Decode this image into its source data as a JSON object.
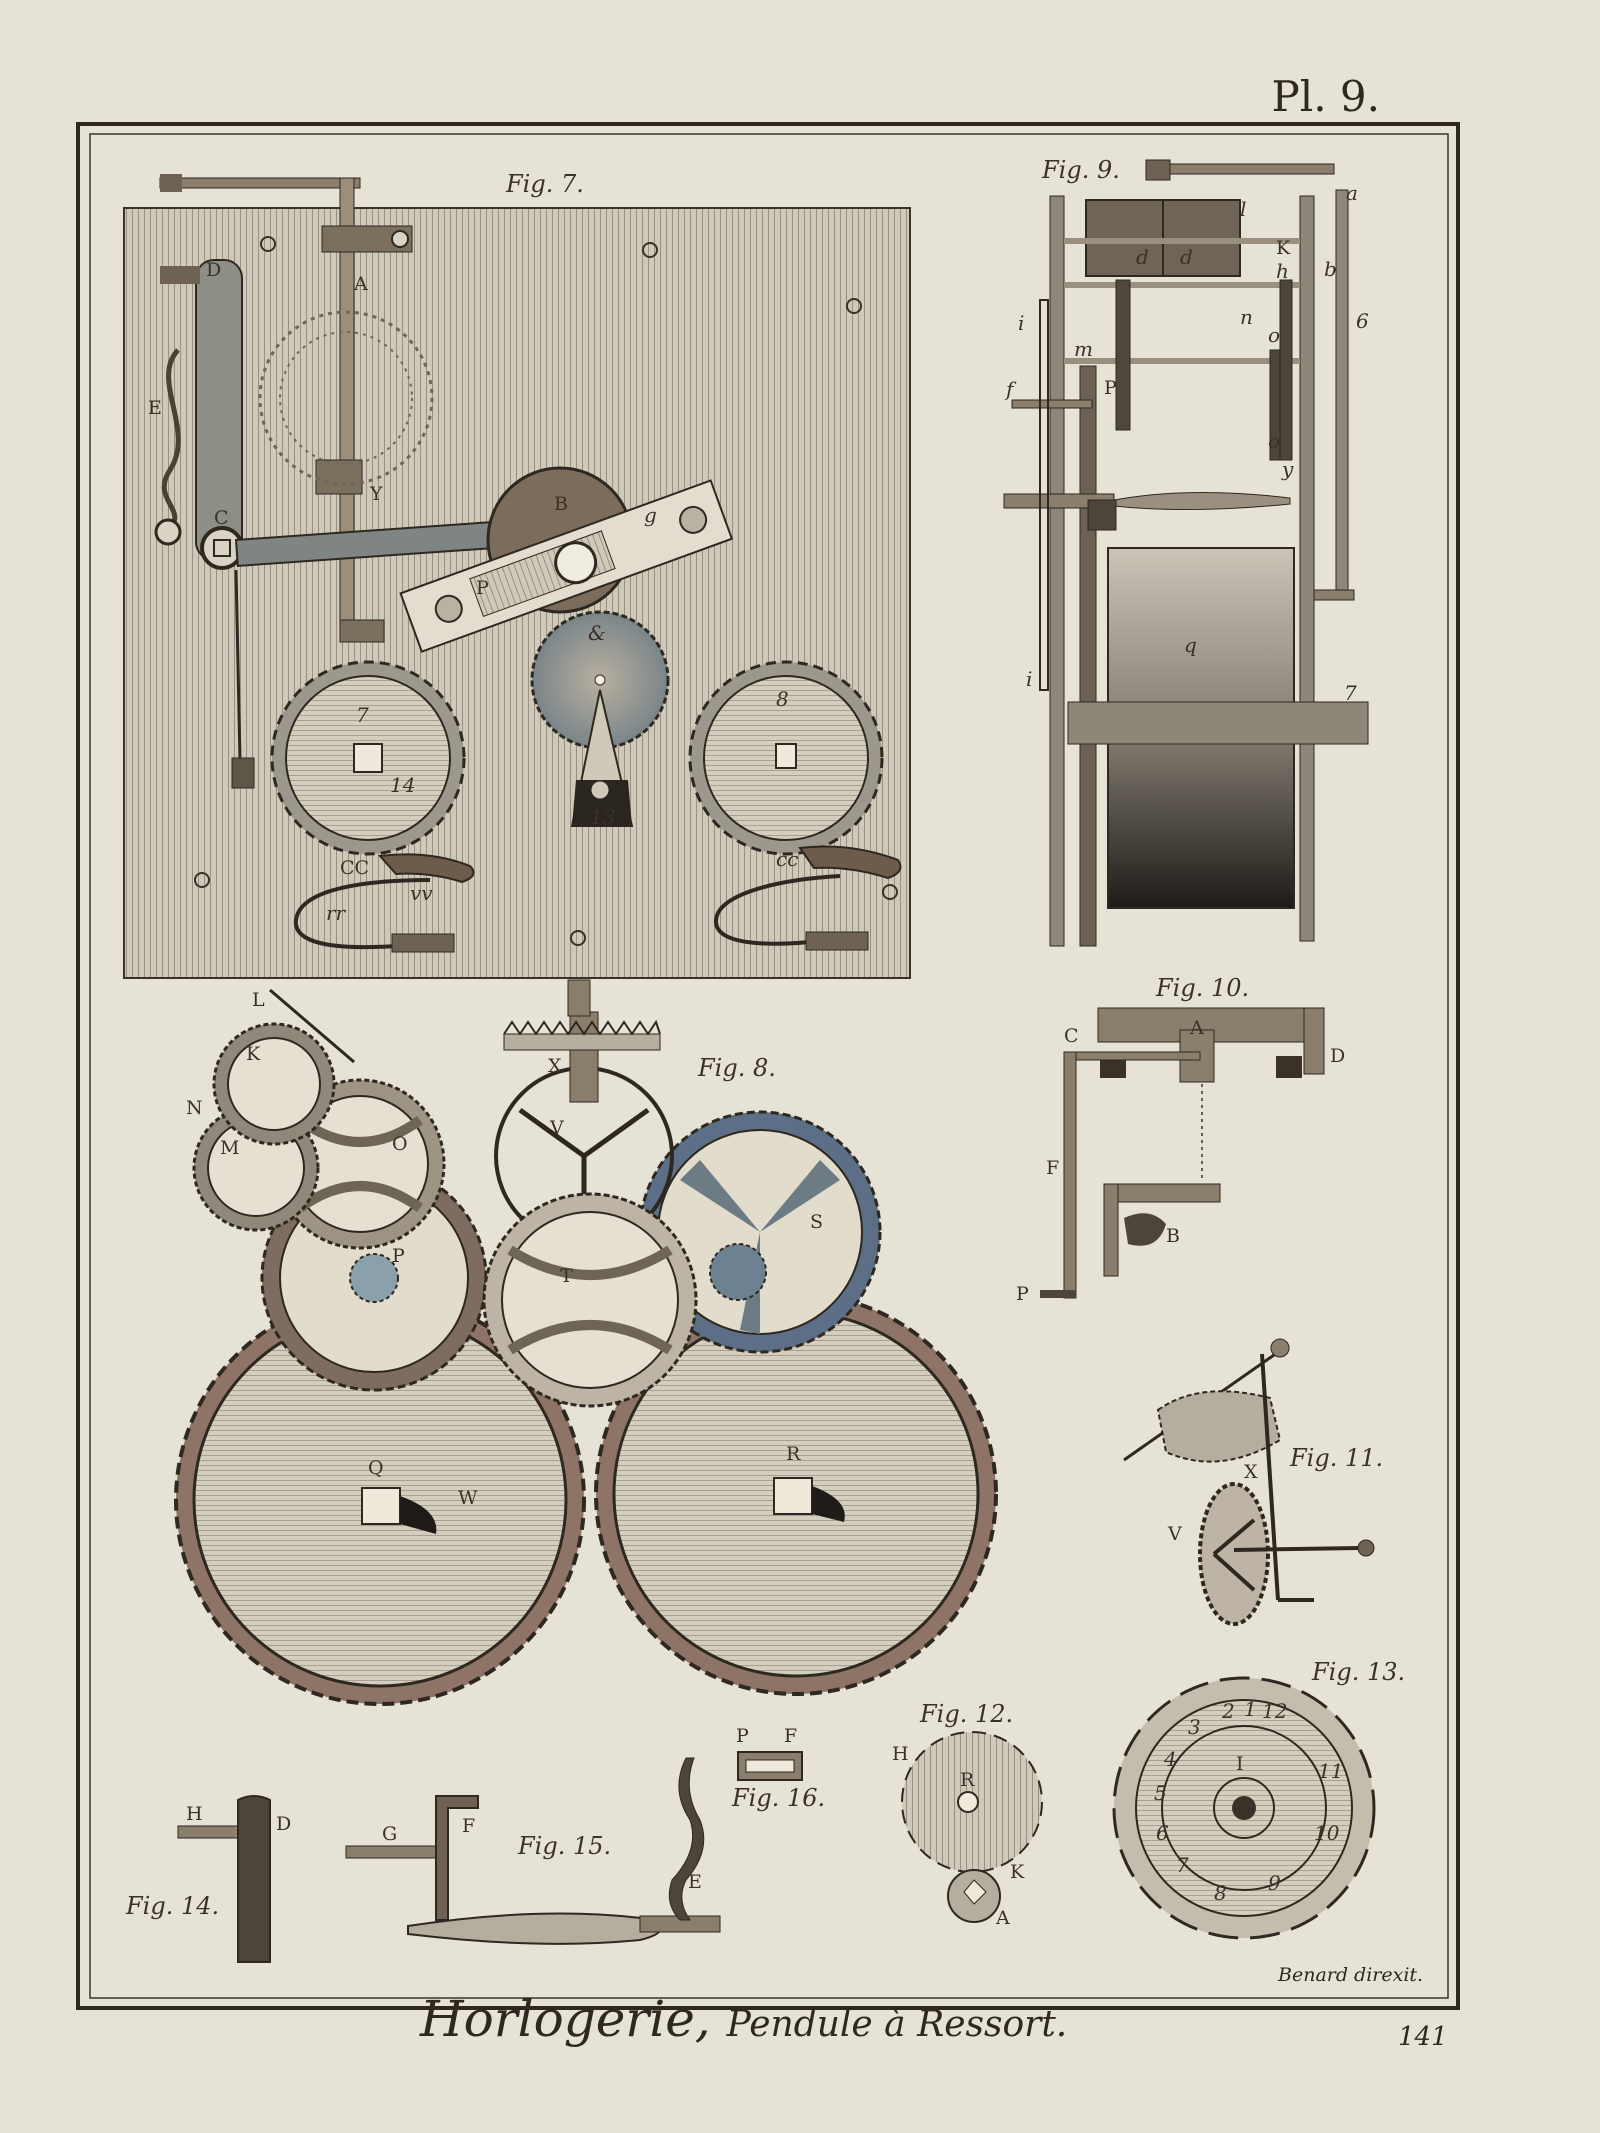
{
  "plate": {
    "number": "Pl. 9.",
    "title": "Horlogerie,",
    "subtitle": "Pendule à Ressort.",
    "engraver": "Benard direxit.",
    "page_number": "141"
  },
  "colors": {
    "paper": "#e6e2d6",
    "ink": "#3a3128",
    "patina_blue": "#6a7f8a",
    "patina_rust": "#8a6a55"
  },
  "figures": {
    "fig7": {
      "caption": "Fig. 7.",
      "letters": [
        "D",
        "A",
        "E",
        "Y",
        "B",
        "g",
        "C",
        "P",
        "&",
        "7",
        "14",
        "13",
        "8",
        "CC",
        "vv",
        "rr",
        "cc"
      ]
    },
    "fig8": {
      "caption": "Fig. 8.",
      "letters": [
        "L",
        "K",
        "N",
        "M",
        "O",
        "P",
        "X",
        "V",
        "S",
        "T",
        "Q",
        "W",
        "R"
      ]
    },
    "fig9": {
      "caption": "Fig. 9.",
      "letters": [
        "a",
        "b",
        "6",
        "l",
        "d",
        "d",
        "K",
        "h",
        "n",
        "o",
        "o",
        "y",
        "m",
        "i",
        "f",
        "P",
        "q",
        "i",
        "7"
      ]
    },
    "fig10": {
      "caption": "Fig. 10.",
      "letters": [
        "C",
        "A",
        "D",
        "F",
        "B",
        "P"
      ]
    },
    "fig11": {
      "caption": "Fig. 11.",
      "letters": [
        "X",
        "V"
      ]
    },
    "fig12": {
      "caption": "Fig. 12.",
      "letters": [
        "H",
        "R",
        "K",
        "A"
      ]
    },
    "fig13": {
      "caption": "Fig. 13.",
      "letters": [
        "I",
        "2",
        "1",
        "12",
        "3",
        "4",
        "5",
        "6",
        "7",
        "8",
        "9",
        "10",
        "11"
      ]
    },
    "fig14": {
      "caption": "Fig. 14.",
      "letters": [
        "H",
        "D"
      ]
    },
    "fig15": {
      "caption": "Fig. 15.",
      "letters": [
        "G",
        "F",
        "E"
      ]
    },
    "fig16": {
      "caption": "Fig. 16.",
      "letters": [
        "P",
        "F"
      ]
    }
  }
}
